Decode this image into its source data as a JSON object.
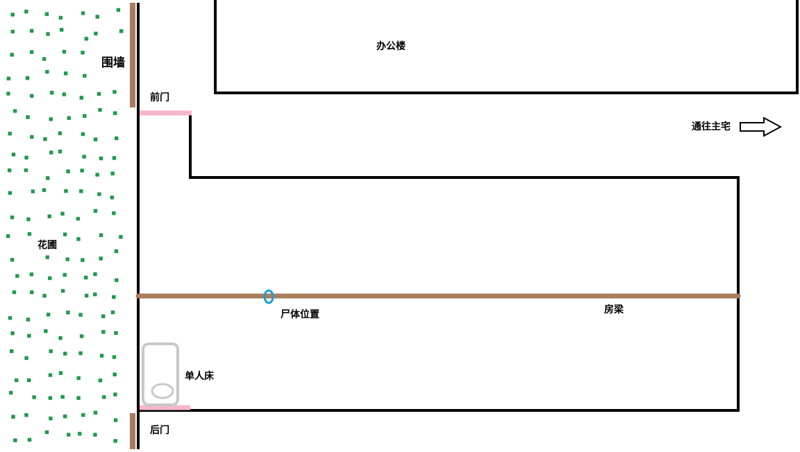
{
  "labels": {
    "office_building": "办公楼",
    "enclosure_wall": "围墙",
    "front_door": "前门",
    "to_main_house": "通往主宅",
    "garden": "花圃",
    "body_position": "尸体位置",
    "beam": "房梁",
    "single_bed": "单人床",
    "back_door": "后门"
  },
  "colors": {
    "walls": "#000000",
    "fence": "#a87c5c",
    "beam": "#a87c5c",
    "doors": "#f5b6c8",
    "shrubs": "#1e9a4c",
    "body_marker": "#1e9bd7",
    "bed": "#c8c8c8"
  },
  "icons": {
    "direction_arrow": "right-arrow-icon"
  }
}
